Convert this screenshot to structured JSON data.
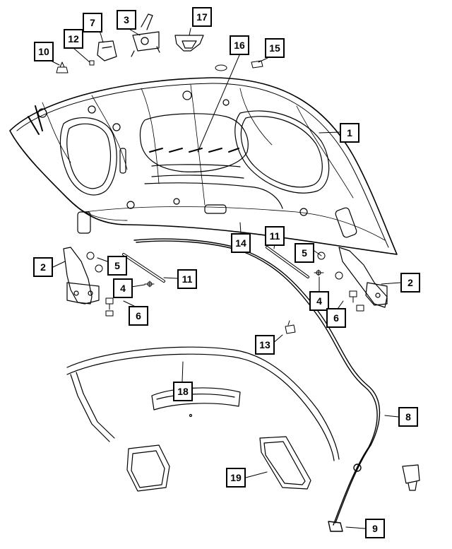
{
  "callouts": [
    {
      "id": "c1",
      "label": "1"
    },
    {
      "id": "c2a",
      "label": "2"
    },
    {
      "id": "c2b",
      "label": "2"
    },
    {
      "id": "c3",
      "label": "3"
    },
    {
      "id": "c4a",
      "label": "4"
    },
    {
      "id": "c4b",
      "label": "4"
    },
    {
      "id": "c5a",
      "label": "5"
    },
    {
      "id": "c5b",
      "label": "5"
    },
    {
      "id": "c6a",
      "label": "6"
    },
    {
      "id": "c6b",
      "label": "6"
    },
    {
      "id": "c7",
      "label": "7"
    },
    {
      "id": "c8",
      "label": "8"
    },
    {
      "id": "c9",
      "label": "9"
    },
    {
      "id": "c10",
      "label": "10"
    },
    {
      "id": "c11a",
      "label": "11"
    },
    {
      "id": "c11b",
      "label": "11"
    },
    {
      "id": "c12",
      "label": "12"
    },
    {
      "id": "c13",
      "label": "13"
    },
    {
      "id": "c14",
      "label": "14"
    },
    {
      "id": "c15",
      "label": "15"
    },
    {
      "id": "c16",
      "label": "16"
    },
    {
      "id": "c17",
      "label": "17"
    },
    {
      "id": "c18",
      "label": "18"
    },
    {
      "id": "c19",
      "label": "19"
    }
  ]
}
